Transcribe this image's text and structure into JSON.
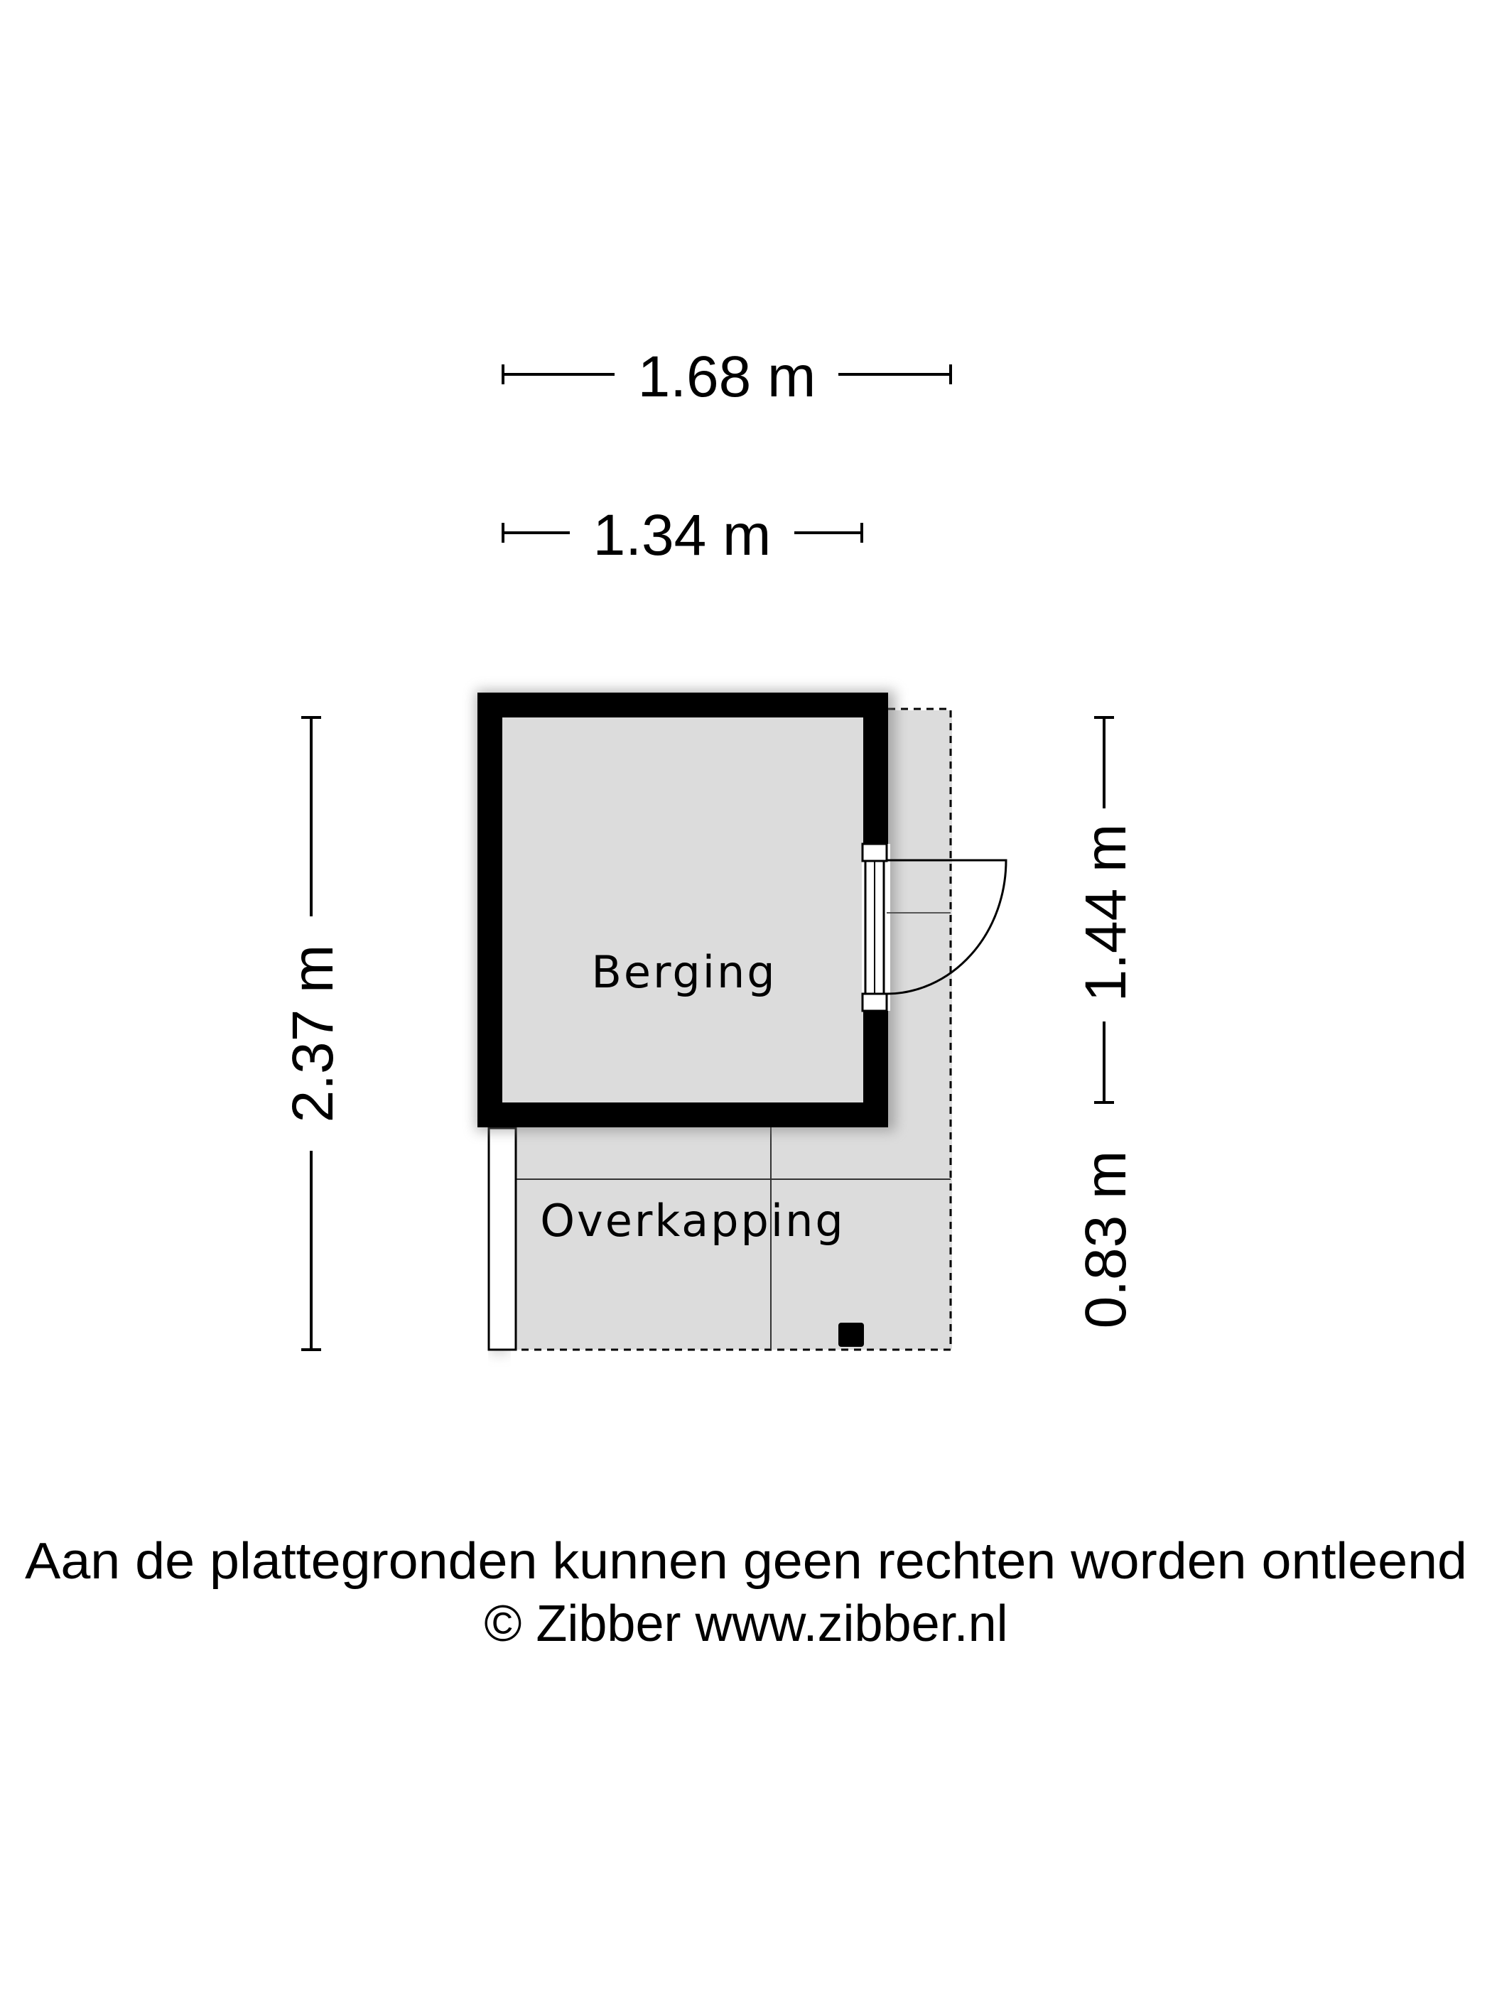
{
  "dimensions": {
    "top_outer": "1.68 m",
    "top_inner": "1.34 m",
    "left_total": "2.37 m",
    "right_upper": "1.44 m",
    "right_lower": "0.83 m"
  },
  "rooms": {
    "storage": "Berging",
    "canopy": "Overkapping"
  },
  "footer": {
    "disclaimer": "Aan de plattegronden kunnen geen rechten worden ontleend",
    "copyright": "© Zibber www.zibber.nl"
  },
  "colors": {
    "wall": "#000000",
    "floor": "#dcdcdc",
    "background": "#ffffff"
  }
}
